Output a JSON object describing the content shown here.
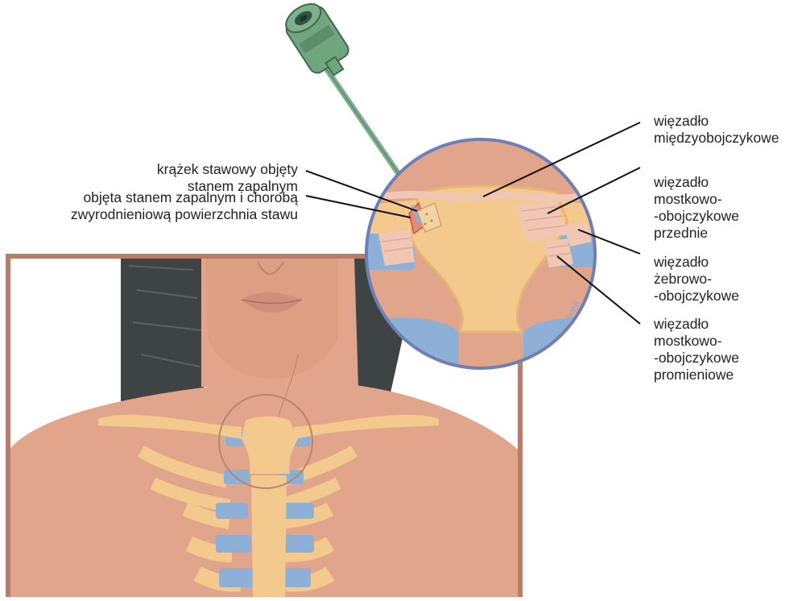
{
  "labels": {
    "disc": [
      "krążek stawowy objęty",
      "stanem zapalnym"
    ],
    "surface": [
      "objęta stanem zapalnym i chorobą",
      "zwyrodnieniową powierzchnia stawu"
    ],
    "interclavicular": [
      "więzadło",
      "międzyobojczykowe"
    ],
    "anterior": [
      "więzadło",
      "mostkowo-",
      "-obojczykowe",
      "przednie"
    ],
    "costoclavicular": [
      "więzadło",
      "żebrowo-",
      "-obojczykowe"
    ],
    "radiate": [
      "więzadło",
      "mostkowo-",
      "-obojczykowe",
      "promieniowe"
    ]
  },
  "credit": "Carrico & Shavell",
  "colors": {
    "skin": "#e0a58a",
    "bone": "#f4c98d",
    "cartilage": "#8fb0d6",
    "ligament": "#f0c7b4",
    "frame": "#b97d67",
    "magnifier_ring": "#6e7fb5",
    "hair": "#3e4444",
    "needle": "#7fb08e"
  }
}
